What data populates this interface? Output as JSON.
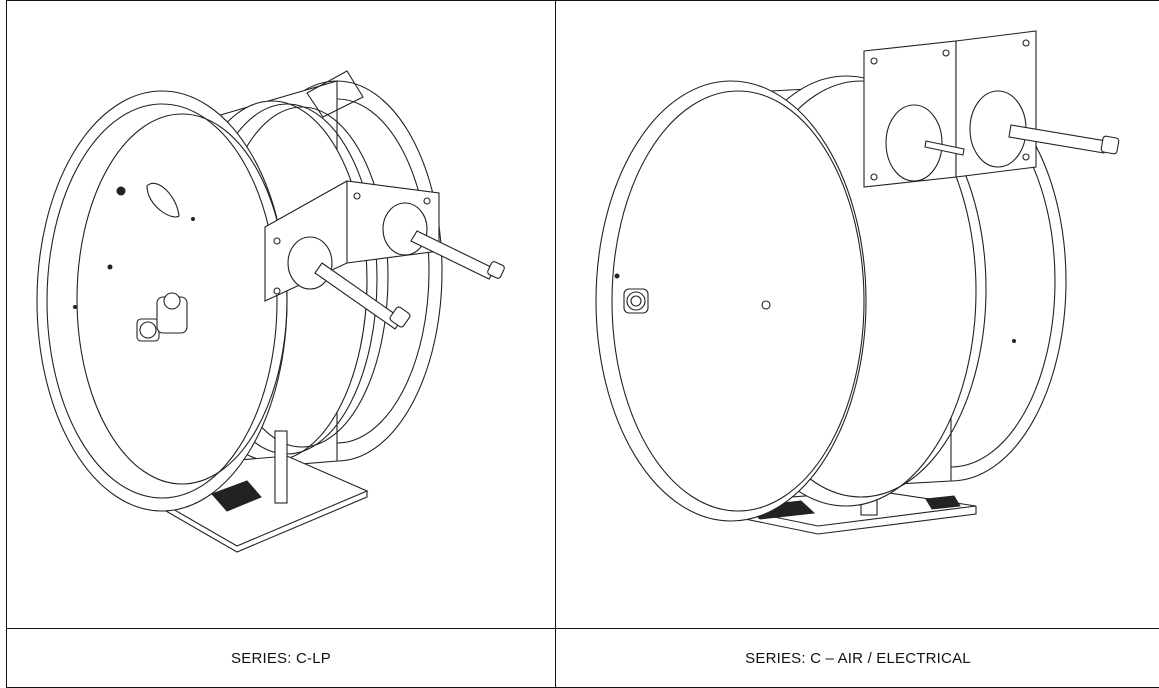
{
  "figures": [
    {
      "caption": "SERIES: C-LP",
      "image_icon": "hose-reel-c-lp-drawing"
    },
    {
      "caption": "SERIES: C – AIR / ELECTRICAL",
      "image_icon": "hose-reel-c-air-electrical-drawing"
    }
  ]
}
